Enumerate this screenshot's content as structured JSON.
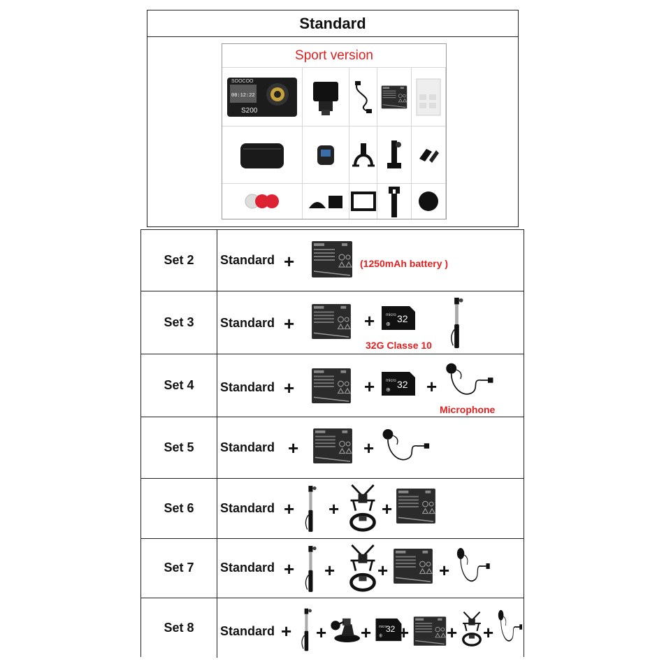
{
  "standard": {
    "title": "Standard",
    "package_title": "Sport version",
    "camera_brand": "SOOCOO",
    "camera_model": "S200",
    "camera_time": "00:12:22",
    "items": [
      "camera-icon",
      "waterproof-case-icon",
      "usb-cable-icon",
      "battery-icon",
      "sticker-sheet-icon",
      "carry-case-icon",
      "remote-control-icon",
      "handlebar-mount-icon",
      "mount-adapter-icon",
      "buckle-icon",
      "tripod-adapter-icon",
      "adhesive-pads-icon",
      "curved-mount-icon",
      "backdoor-frame-icon",
      "wrench-icon",
      "lens-cap-icon",
      "cleaning-cloth-icon"
    ]
  },
  "sets": [
    {
      "label": "Set 2",
      "standard": "Standard",
      "plus": "+",
      "note": "(1250mAh battery )"
    },
    {
      "label": "Set 3",
      "standard": "Standard",
      "plus": "+",
      "sd_capacity": "32",
      "note": "32G Classe 10"
    },
    {
      "label": "Set 4",
      "standard": "Standard",
      "plus": "+",
      "sd_capacity": "32",
      "note": "Microphone"
    },
    {
      "label": "Set 5",
      "standard": "Standard",
      "plus": "+"
    },
    {
      "label": "Set 6",
      "standard": "Standard",
      "plus": "+"
    },
    {
      "label": "Set 7",
      "standard": "Standard",
      "plus": "+"
    },
    {
      "label": "Set 8",
      "standard": "Standard",
      "plus": "+",
      "sd_capacity": "32"
    }
  ],
  "colors": {
    "accent_red": "#e0201f",
    "line": "#222222",
    "battery": "#2a2a2a"
  }
}
